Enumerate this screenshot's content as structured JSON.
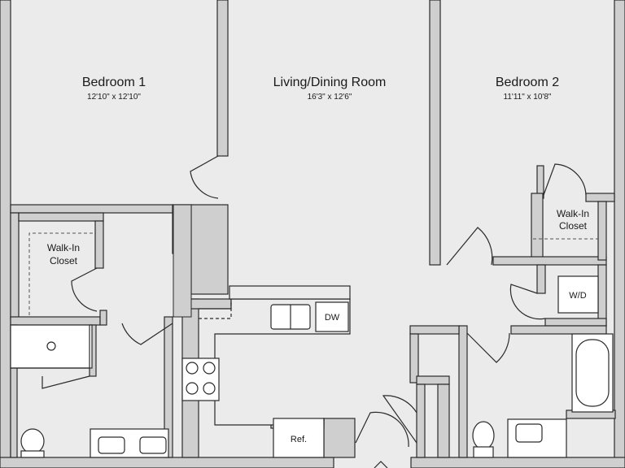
{
  "rooms": {
    "bedroom1": {
      "name": "Bedroom 1",
      "dims": "12'10\" x 12'10\""
    },
    "living": {
      "name": "Living/Dining Room",
      "dims": "16'3\" x 12'6\""
    },
    "bedroom2": {
      "name": "Bedroom 2",
      "dims": "11'11\" x 10'8\""
    },
    "closet1": {
      "line1": "Walk-In",
      "line2": "Closet"
    },
    "closet2": {
      "line1": "Walk-In",
      "line2": "Closet"
    }
  },
  "appliances": {
    "dishwasher": "DW",
    "refrigerator": "Ref.",
    "washer_dryer": "W/D"
  },
  "colors": {
    "wall_fill": "#cfcfcf",
    "wall_stroke": "#2a2a2a",
    "floor": "#ebebeb",
    "fixture": "#ffffff"
  }
}
